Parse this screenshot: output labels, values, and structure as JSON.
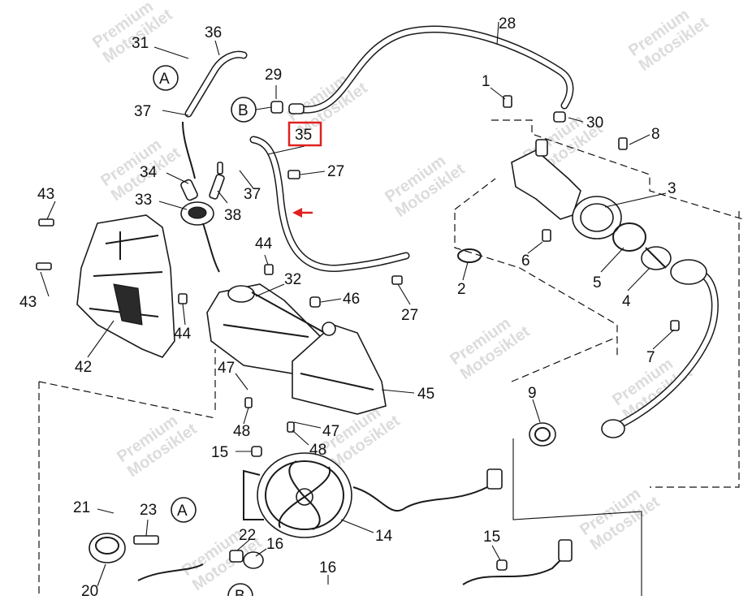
{
  "diagram": {
    "watermark": [
      "Premium",
      "Motosiklet"
    ],
    "callouts": [
      {
        "id": "c1",
        "text": "1"
      },
      {
        "id": "c2",
        "text": "2"
      },
      {
        "id": "c3",
        "text": "3"
      },
      {
        "id": "c4",
        "text": "4"
      },
      {
        "id": "c5",
        "text": "5"
      },
      {
        "id": "c6",
        "text": "6"
      },
      {
        "id": "c7",
        "text": "7"
      },
      {
        "id": "c8",
        "text": "8"
      },
      {
        "id": "c9",
        "text": "9"
      },
      {
        "id": "c14",
        "text": "14"
      },
      {
        "id": "c15a",
        "text": "15"
      },
      {
        "id": "c15b",
        "text": "15"
      },
      {
        "id": "c16a",
        "text": "16"
      },
      {
        "id": "c16b",
        "text": "16"
      },
      {
        "id": "c20",
        "text": "20"
      },
      {
        "id": "c21",
        "text": "21"
      },
      {
        "id": "c22",
        "text": "22"
      },
      {
        "id": "c23",
        "text": "23"
      },
      {
        "id": "c27a",
        "text": "27"
      },
      {
        "id": "c27b",
        "text": "27"
      },
      {
        "id": "c28",
        "text": "28"
      },
      {
        "id": "c29",
        "text": "29"
      },
      {
        "id": "c30",
        "text": "30"
      },
      {
        "id": "c31",
        "text": "31"
      },
      {
        "id": "c32",
        "text": "32"
      },
      {
        "id": "c33",
        "text": "33"
      },
      {
        "id": "c34",
        "text": "34"
      },
      {
        "id": "c35",
        "text": "35"
      },
      {
        "id": "c36",
        "text": "36"
      },
      {
        "id": "c37a",
        "text": "37"
      },
      {
        "id": "c37b",
        "text": "37"
      },
      {
        "id": "c38",
        "text": "38"
      },
      {
        "id": "c42",
        "text": "42"
      },
      {
        "id": "c43a",
        "text": "43"
      },
      {
        "id": "c43b",
        "text": "43"
      },
      {
        "id": "c44a",
        "text": "44"
      },
      {
        "id": "c44b",
        "text": "44"
      },
      {
        "id": "c45",
        "text": "45"
      },
      {
        "id": "c46",
        "text": "46"
      },
      {
        "id": "c47a",
        "text": "47"
      },
      {
        "id": "c47b",
        "text": "47"
      },
      {
        "id": "c48a",
        "text": "48"
      },
      {
        "id": "c48b",
        "text": "48"
      }
    ],
    "ref_markers": [
      {
        "id": "ra1",
        "text": "A"
      },
      {
        "id": "ra2",
        "text": "A"
      },
      {
        "id": "rb1",
        "text": "B"
      },
      {
        "id": "rb2",
        "text": "B"
      }
    ],
    "highlight": {
      "text": "35",
      "color": "#e02020"
    },
    "arrow_color": "#e02020"
  }
}
